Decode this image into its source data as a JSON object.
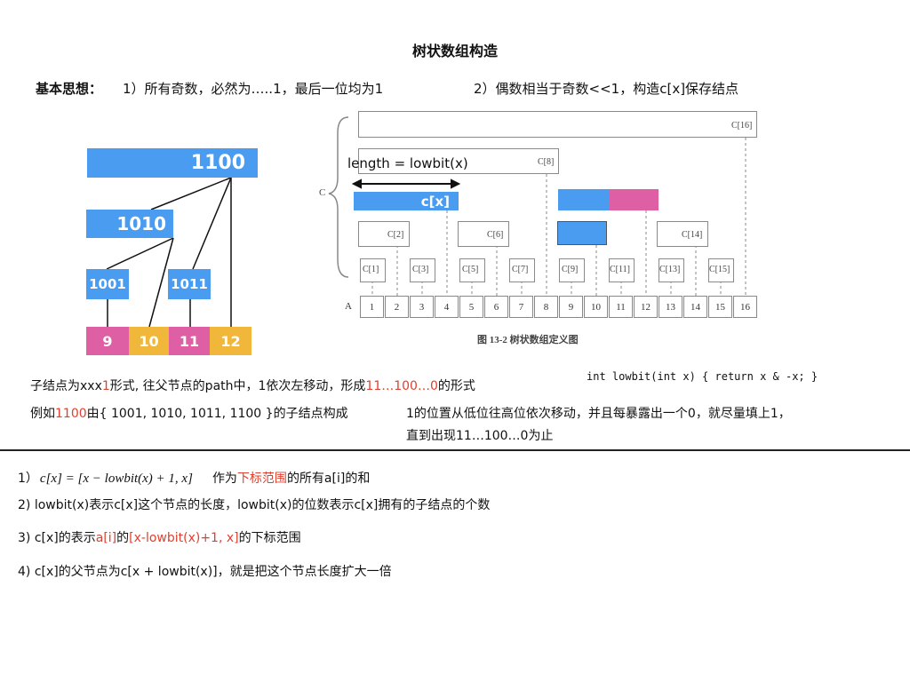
{
  "title": "树状数组构造",
  "idea": {
    "label": "基本思想：",
    "point1": "1）所有奇数，必然为…..1，最后一位均为1",
    "point2": "2）偶数相当于奇数<<1，构造c[x]保存结点"
  },
  "left_tree": {
    "root": "1100",
    "level2": "1010",
    "level3": [
      "1001",
      "1011"
    ],
    "leaves": [
      "9",
      "10",
      "11",
      "12"
    ]
  },
  "right_figure": {
    "length_label": "length = lowbit(x)",
    "cx_label": "c[x]",
    "brace_label": "C",
    "c_labels": {
      "c16": "C[16]",
      "c8": "C[8]",
      "c2": "C[2]",
      "c6": "C[6]",
      "c14": "C[14]",
      "c1": "C[1]",
      "c3": "C[3]",
      "c5": "C[5]",
      "c7": "C[7]",
      "c9": "C[9]",
      "c11": "C[11]",
      "c13": "C[13]",
      "c15": "C[15]"
    },
    "array_label": "A",
    "array_cells": [
      "1",
      "2",
      "3",
      "4",
      "5",
      "6",
      "7",
      "8",
      "9",
      "10",
      "11",
      "12",
      "13",
      "14",
      "15",
      "16"
    ],
    "caption": "图 13-2   树状数组定义图"
  },
  "notes": {
    "line1_pre": "子结点为xxx",
    "line1_red": "1",
    "line1_post": "形式, 往父节点的path中，1依次左移动，形成",
    "line1_red2": "11…100…0",
    "line1_end": "的形式",
    "line2_pre": "例如",
    "line2_red": "1100",
    "line2_post": "由{ 1001, 1010, 1011, 1100 }的子结点构成",
    "code": "int lowbit(int x) { return x & -x; }",
    "move_1": "1的位置从低位往高位依次移动，并且每暴露出一个0，就尽量填上1，",
    "move_2": "直到出现11…100…0为止"
  },
  "rules": {
    "r1_num": "1）",
    "r1_formula": "c[x] = [x − lowbit(x) + 1, x]",
    "r1_pre": "作为",
    "r1_red": "下标范围",
    "r1_post": "的所有a[i]的和",
    "r2": "2)  lowbit(x)表示c[x]这个节点的长度，lowbit(x)的位数表示c[x]拥有的子结点的个数",
    "r3_pre": "3)  c[x]的表示",
    "r3_red1": "a[i]",
    "r3_mid": "的",
    "r3_red2": "[x-lowbit(x)+1, x]",
    "r3_post": "的下标范围",
    "r4": "4)  c[x]的父节点为c[x + lowbit(x)]，就是把这个节点长度扩大一倍"
  },
  "colors": {
    "blue": "#4a9cf0",
    "pink": "#de5fa3",
    "yellow": "#f0b73a",
    "red": "#e0402f"
  }
}
